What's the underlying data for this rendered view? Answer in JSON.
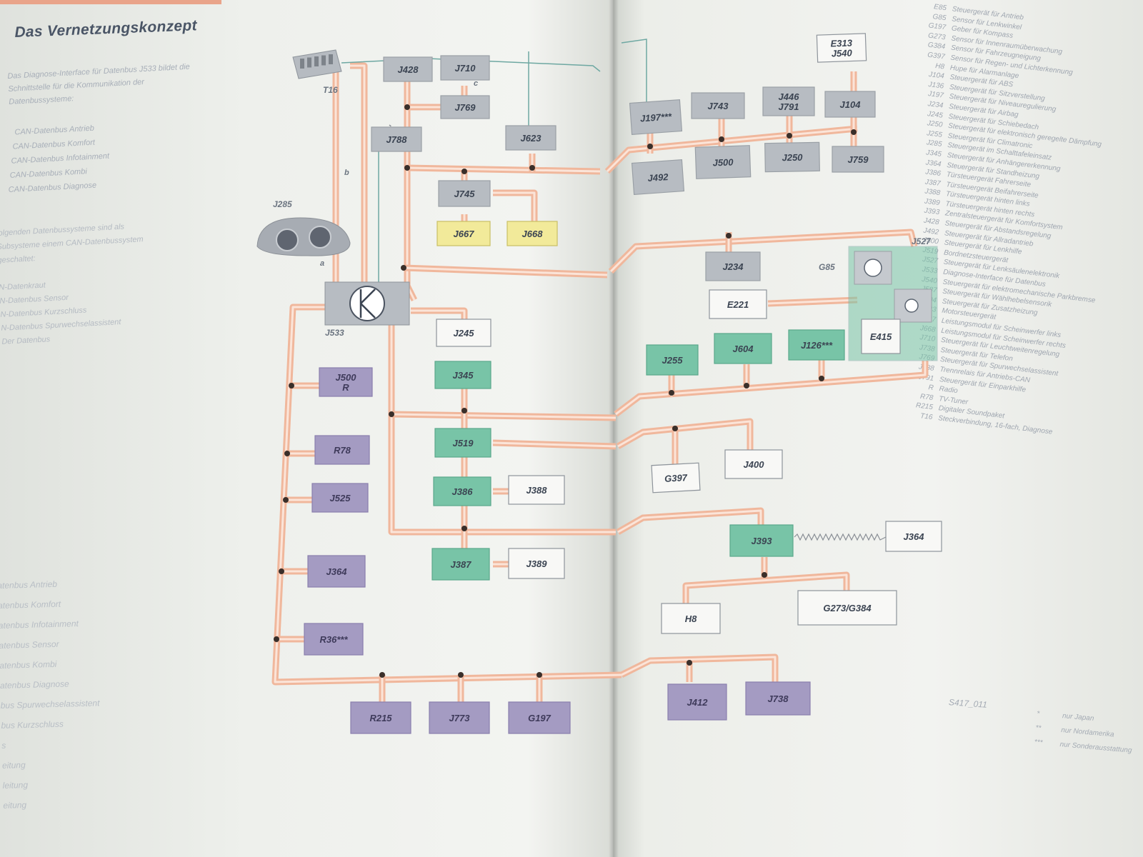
{
  "page": {
    "title": "Das Vernetzungskonzept",
    "intro": [
      "Das Diagnose-Interface für Datenbus J533 bildet die",
      "Schnittstelle für die Kommunikation der",
      "Datenbussysteme:"
    ],
    "bus_list": [
      "CAN-Datenbus Antrieb",
      "CAN-Datenbus Komfort",
      "CAN-Datenbus Infotainment",
      "CAN-Datenbus Kombi",
      "CAN-Datenbus Diagnose"
    ],
    "mid_text": [
      "folgenden Datenbussysteme sind als",
      "Subsysteme einem CAN-Datenbussystem",
      "geschaltet:",
      "",
      "N-Datenkraut",
      "N-Datenbus Sensor",
      "N-Datenbus Kurzschluss",
      "N-Datenbus Spurwechselassistent",
      "Der Datenbus"
    ],
    "bottom_legend": [
      "atenbus Antrieb",
      "atenbus Komfort",
      "atenbus Infotainment",
      "atenbus Sensor",
      "atenbus Kombi",
      "atenbus Diagnose",
      "bus Spurwechselassistent",
      "bus Kurzschluss",
      "s",
      "eitung",
      "leitung",
      "eitung"
    ],
    "abbreviations": [
      {
        "code": "E85",
        "text": "Steuergerät für Antrieb"
      },
      {
        "code": "G85",
        "text": "Sensor für Lenkwinkel"
      },
      {
        "code": "G197",
        "text": "Geber für Kompass"
      },
      {
        "code": "G273",
        "text": "Sensor für Innenraumüberwachung"
      },
      {
        "code": "G384",
        "text": "Sensor für Fahrzeugneigung"
      },
      {
        "code": "G397",
        "text": "Sensor für Regen- und Lichterkennung"
      },
      {
        "code": "H8",
        "text": "Hupe für Alarmanlage"
      },
      {
        "code": "J104",
        "text": "Steuergerät für ABS"
      },
      {
        "code": "J136",
        "text": "Steuergerät für Sitzverstellung"
      },
      {
        "code": "J197",
        "text": "Steuergerät für Niveauregulierung"
      },
      {
        "code": "J234",
        "text": "Steuergerät für Airbag"
      },
      {
        "code": "J245",
        "text": "Steuergerät für Schiebedach"
      },
      {
        "code": "J250",
        "text": "Steuergerät für elektronisch geregelte Dämpfung"
      },
      {
        "code": "J255",
        "text": "Steuergerät für Climatronic"
      },
      {
        "code": "J285",
        "text": "Steuergerät im Schalttafeleinsatz"
      },
      {
        "code": "J345",
        "text": "Steuergerät für Anhängererkennung"
      },
      {
        "code": "J364",
        "text": "Steuergerät für Standheizung"
      },
      {
        "code": "J386",
        "text": "Türsteuergerät Fahrerseite"
      },
      {
        "code": "J387",
        "text": "Türsteuergerät Beifahrerseite"
      },
      {
        "code": "J388",
        "text": "Türsteuergerät hinten links"
      },
      {
        "code": "J389",
        "text": "Türsteuergerät hinten rechts"
      },
      {
        "code": "J393",
        "text": "Zentralsteuergerät für Komfortsystem"
      },
      {
        "code": "J428",
        "text": "Steuergerät für Abstandsregelung"
      },
      {
        "code": "J492",
        "text": "Steuergerät für Allradantrieb"
      },
      {
        "code": "J500",
        "text": "Steuergerät für Lenkhilfe"
      },
      {
        "code": "J519",
        "text": "Bordnetzsteuergerät"
      },
      {
        "code": "J527",
        "text": "Steuergerät für Lenksäulenelektronik"
      },
      {
        "code": "J533",
        "text": "Diagnose-Interface für Datenbus"
      },
      {
        "code": "J540",
        "text": "Steuergerät für elektromechanische Parkbremse"
      },
      {
        "code": "J587",
        "text": "Steuergerät für Wählhebelsensorik"
      },
      {
        "code": "J604",
        "text": "Steuergerät für Zusatzheizung"
      },
      {
        "code": "J623",
        "text": "Motorsteuergerät"
      },
      {
        "code": "J667",
        "text": "Leistungsmodul für Scheinwerfer links"
      },
      {
        "code": "J668",
        "text": "Leistungsmodul für Scheinwerfer rechts"
      },
      {
        "code": "J710",
        "text": "Steuergerät für Leuchtweitenregelung"
      },
      {
        "code": "J738",
        "text": "Steuergerät für Telefon"
      },
      {
        "code": "J769",
        "text": "Steuergerät für Spurwechselassistent"
      },
      {
        "code": "J788",
        "text": "Trennrelais für Antriebs-CAN"
      },
      {
        "code": "J791",
        "text": "Steuergerät für Einparkhilfe"
      },
      {
        "code": "R",
        "text": "Radio"
      },
      {
        "code": "R78",
        "text": "TV-Tuner"
      },
      {
        "code": "R215",
        "text": "Digitaler Soundpaket"
      },
      {
        "code": "T16",
        "text": "Steckverbindung, 16-fach, Diagnose"
      }
    ],
    "footnotes": [
      {
        "code": "*",
        "text": "nur Japan"
      },
      {
        "code": "**",
        "text": "nur Nordamerika"
      },
      {
        "code": "***",
        "text": "nur Sonderausstattung"
      }
    ],
    "figure_id": "S417_011"
  },
  "diagram": {
    "colors": {
      "bus_orange": "#f0b79c",
      "bus_inner": "#fbe4d8",
      "grey": "#b7bcc2",
      "yellow": "#f2ea9a",
      "green": "#78c4a7",
      "purple": "#a49bc2",
      "white": "#f8f8f6",
      "teal_line": "#6ea8a2",
      "text": "#3b4452"
    },
    "nodes": [
      {
        "id": "J428",
        "label": "J428",
        "kind": "grey"
      },
      {
        "id": "J710",
        "label": "J710",
        "kind": "grey"
      },
      {
        "id": "J769",
        "label": "J769",
        "kind": "grey"
      },
      {
        "id": "J788",
        "label": "J788",
        "kind": "grey"
      },
      {
        "id": "J623",
        "label": "J623",
        "kind": "grey"
      },
      {
        "id": "J745",
        "label": "J745",
        "kind": "grey"
      },
      {
        "id": "J667",
        "label": "J667",
        "kind": "yellow"
      },
      {
        "id": "J668",
        "label": "J668",
        "kind": "yellow"
      },
      {
        "id": "J533",
        "label": "J533",
        "kind": "grey"
      },
      {
        "id": "J245",
        "label": "J245",
        "kind": "white"
      },
      {
        "id": "J345",
        "label": "J345",
        "kind": "green"
      },
      {
        "id": "J519",
        "label": "J519",
        "kind": "green"
      },
      {
        "id": "J386",
        "label": "J386",
        "kind": "green"
      },
      {
        "id": "J388",
        "label": "J388",
        "kind": "white"
      },
      {
        "id": "J387",
        "label": "J387",
        "kind": "green"
      },
      {
        "id": "J389",
        "label": "J389",
        "kind": "white"
      },
      {
        "id": "J500R",
        "label": "J500\nR",
        "kind": "purple"
      },
      {
        "id": "R78",
        "label": "R78",
        "kind": "purple"
      },
      {
        "id": "J525",
        "label": "J525",
        "kind": "purple"
      },
      {
        "id": "J364",
        "label": "J364",
        "kind": "purple"
      },
      {
        "id": "R36",
        "label": "R36***",
        "kind": "purple"
      },
      {
        "id": "R215",
        "label": "R215",
        "kind": "purple"
      },
      {
        "id": "J773",
        "label": "J773",
        "kind": "purple"
      },
      {
        "id": "G197",
        "label": "G197",
        "kind": "purple"
      },
      {
        "id": "J197",
        "label": "J197***",
        "kind": "grey"
      },
      {
        "id": "J743",
        "label": "J743",
        "kind": "grey"
      },
      {
        "id": "J446",
        "label": "J446\nJ791",
        "kind": "grey"
      },
      {
        "id": "J104",
        "label": "J104",
        "kind": "grey"
      },
      {
        "id": "J492",
        "label": "J492",
        "kind": "grey"
      },
      {
        "id": "J500",
        "label": "J500",
        "kind": "grey"
      },
      {
        "id": "J250",
        "label": "J250",
        "kind": "grey"
      },
      {
        "id": "J759",
        "label": "J759",
        "kind": "grey"
      },
      {
        "id": "E313",
        "label": "E313\nJ540",
        "kind": "white"
      },
      {
        "id": "J234",
        "label": "J234",
        "kind": "grey"
      },
      {
        "id": "E221",
        "label": "E221",
        "kind": "white"
      },
      {
        "id": "E415",
        "label": "E415",
        "kind": "white"
      },
      {
        "id": "J255",
        "label": "J255",
        "kind": "green"
      },
      {
        "id": "J604",
        "label": "J604",
        "kind": "green"
      },
      {
        "id": "J126",
        "label": "J126***",
        "kind": "green"
      },
      {
        "id": "G397",
        "label": "G397",
        "kind": "white"
      },
      {
        "id": "J400",
        "label": "J400",
        "kind": "white"
      },
      {
        "id": "J393",
        "label": "J393",
        "kind": "green"
      },
      {
        "id": "J364R",
        "label": "J364",
        "kind": "white"
      },
      {
        "id": "H8",
        "label": "H8",
        "kind": "white"
      },
      {
        "id": "G273",
        "label": "G273/G384",
        "kind": "white"
      },
      {
        "id": "J412",
        "label": "J412",
        "kind": "purple"
      },
      {
        "id": "J738",
        "label": "J738",
        "kind": "purple"
      }
    ],
    "external_labels": {
      "t16": "T16",
      "j285": "J285",
      "j533": "J533",
      "g85": "G85",
      "j527": "J527",
      "mark_b": "b",
      "mark_c": "c",
      "mark_a": "a"
    }
  }
}
